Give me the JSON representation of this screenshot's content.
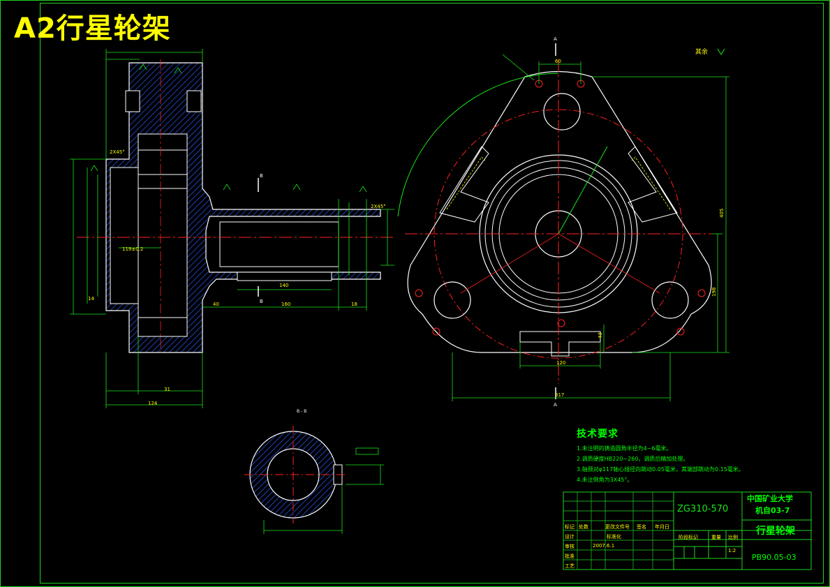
{
  "sheet": {
    "title": "A2行星轮架",
    "surface_note": "其余"
  },
  "section_labels": {
    "top_a": "A",
    "bottom_a": "A",
    "section_b_top": "B",
    "section_b_bottom": "B",
    "section_bb": "B - B"
  },
  "dimensions": {
    "d_60": "60",
    "d_140": "140",
    "d_160": "160",
    "d_40": "40",
    "d_18": "18",
    "d_119": "119±0.2",
    "d_124": "124",
    "d_31": "31",
    "d_chamfer1": "2X45°",
    "d_chamfer2": "2X45°",
    "d_120": "120",
    "d_317": "317",
    "d_405": "405",
    "d_198": "198",
    "d_43": "43",
    "d_14": "14"
  },
  "tech_requirements": {
    "heading": "技术要求",
    "items": [
      "1.未注明的铸造圆角半径为4~6毫米。",
      "2.调质硬度HB220~260，调质后精加处理。",
      "3.轴颈对φ117轴心线径向跳动0.05毫米，其端部跳动为0.15毫米。",
      "4.未注倒角为3X45°。"
    ]
  },
  "title_block": {
    "code": "ZG310-570",
    "school_line1": "中国矿业大学",
    "school_line2": "机自03-7",
    "part_name": "行星轮架",
    "drawing_no": "PB90.05-03",
    "headers": [
      "标记",
      "处数",
      "更改文件号",
      "签名",
      "年月日"
    ],
    "row_design": "设计",
    "row_check": "审核",
    "row_craft": "工艺",
    "row_std": "标准化",
    "row_approve": "批准",
    "design_date": "2007.6.1",
    "stage_mark": "阶段标记",
    "weight": "重量",
    "scale": "比例",
    "scale_value": "1:2"
  }
}
